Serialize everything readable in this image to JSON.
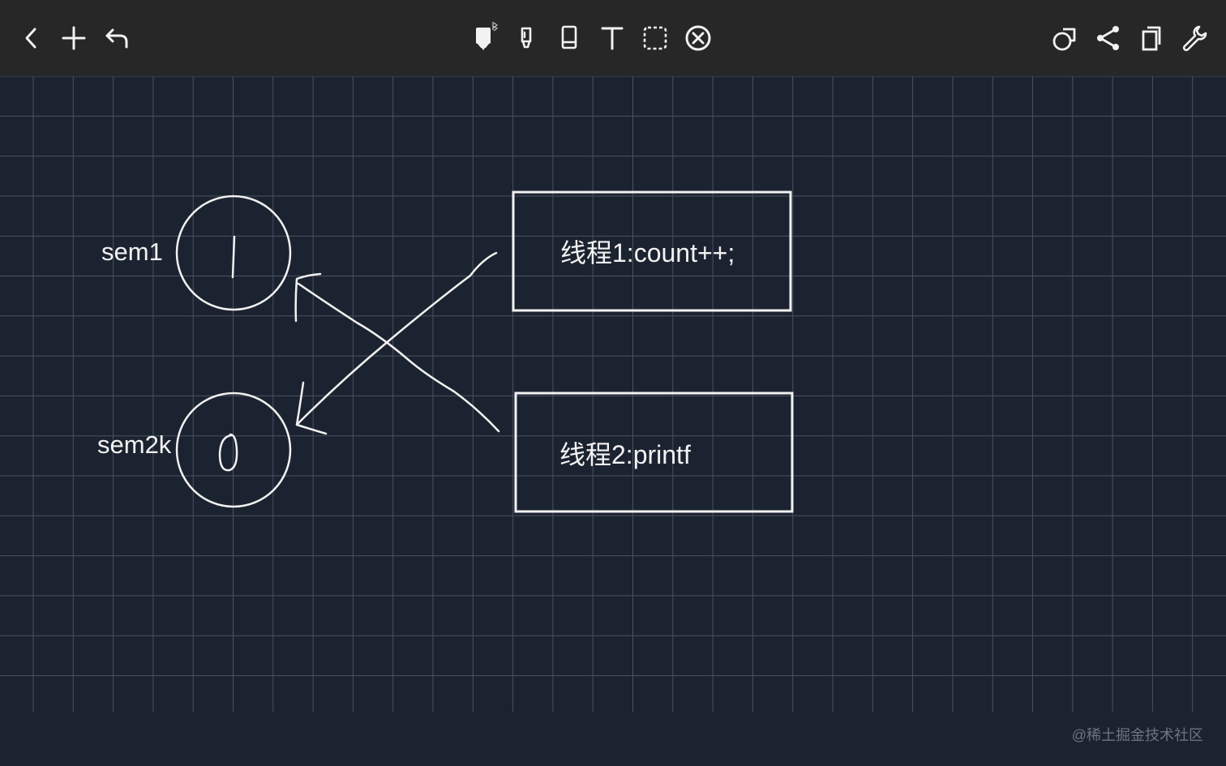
{
  "toolbar": {
    "left": [
      {
        "name": "back-icon"
      },
      {
        "name": "plus-icon"
      },
      {
        "name": "undo-icon"
      }
    ],
    "center": [
      {
        "name": "pen-icon",
        "badge": "bluetooth-icon",
        "active": true
      },
      {
        "name": "highlighter-icon"
      },
      {
        "name": "eraser-icon"
      },
      {
        "name": "text-tool-icon"
      },
      {
        "name": "lasso-select-icon"
      },
      {
        "name": "clear-icon"
      }
    ],
    "right": [
      {
        "name": "shapes-icon"
      },
      {
        "name": "share-icon"
      },
      {
        "name": "copy-page-icon"
      },
      {
        "name": "settings-wrench-icon"
      }
    ]
  },
  "colors": {
    "toolbar_bg": "#272727",
    "canvas_bg": "#1c2330",
    "grid": "#4a5160",
    "ink": "#f2f2f2",
    "watermark": "#6d7480"
  },
  "diagram": {
    "sem1": {
      "label": "sem1",
      "value": "1"
    },
    "sem2": {
      "label": "sem2k",
      "value": "0"
    },
    "thread1": {
      "label": "线程1:count++;"
    },
    "thread2": {
      "label": "线程2:printf"
    }
  },
  "watermark": "@稀土掘金技术社区"
}
